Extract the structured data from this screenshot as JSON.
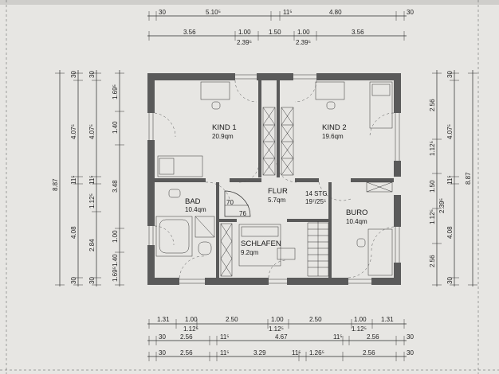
{
  "rooms": [
    {
      "name": "KIND 1",
      "area": "20.9qm"
    },
    {
      "name": "KIND 2",
      "area": "19.6qm"
    },
    {
      "name": "BAD",
      "area": "10.4qm"
    },
    {
      "name": "FLUR",
      "area": "5.7qm"
    },
    {
      "name": "SCHLAFEN",
      "area": "9.2qm"
    },
    {
      "name": "BURO",
      "area": "10.4qm"
    }
  ],
  "stair": {
    "label": "14 STG",
    "ratio": "19⁷/25⁵"
  },
  "markers": [
    "70",
    "76"
  ],
  "dims": {
    "top1": [
      "30",
      "5.10⁵",
      "11⁵",
      "4.80",
      "30"
    ],
    "top2": [
      "3.56",
      "1.00",
      "2.39⁵",
      "1.50",
      "1.00",
      "2.39⁵",
      "3.56"
    ],
    "bottom1": [
      "1.31",
      "1.00",
      "1.12⁵",
      "2.50",
      "1.00",
      "1.12⁵",
      "2.50",
      "1.00",
      "1.12⁵",
      "1.31"
    ],
    "bottom2": [
      "30",
      "2.56",
      "11⁵",
      "4.67",
      "11⁵",
      "2.56",
      "30"
    ],
    "bottom3": [
      "30",
      "2.56",
      "11⁵",
      "3.29",
      "11⁵",
      "1.26⁵",
      "2.56",
      "30"
    ],
    "left_outer": [
      "8.87"
    ],
    "left_mid": [
      "30",
      "4.07⁵",
      "11⁵",
      "4.08",
      "30"
    ],
    "left_inner": [
      "30",
      "4.07⁵",
      "11⁵",
      "1.12⁵",
      "2.84",
      "30"
    ],
    "left_win": [
      "1.69⁵",
      "1.40",
      "3.48",
      "1.00",
      "1.40",
      "1.69⁵"
    ],
    "right_outer": [
      "8.87"
    ],
    "right_mid": [
      "30",
      "4.07⁵",
      "11⁵",
      "4.08",
      "30"
    ],
    "right_inner": [
      "2.56",
      "1.12⁵",
      "1.50",
      "1.12⁵",
      "2.56"
    ],
    "right_win": [
      "2.39⁵"
    ]
  }
}
